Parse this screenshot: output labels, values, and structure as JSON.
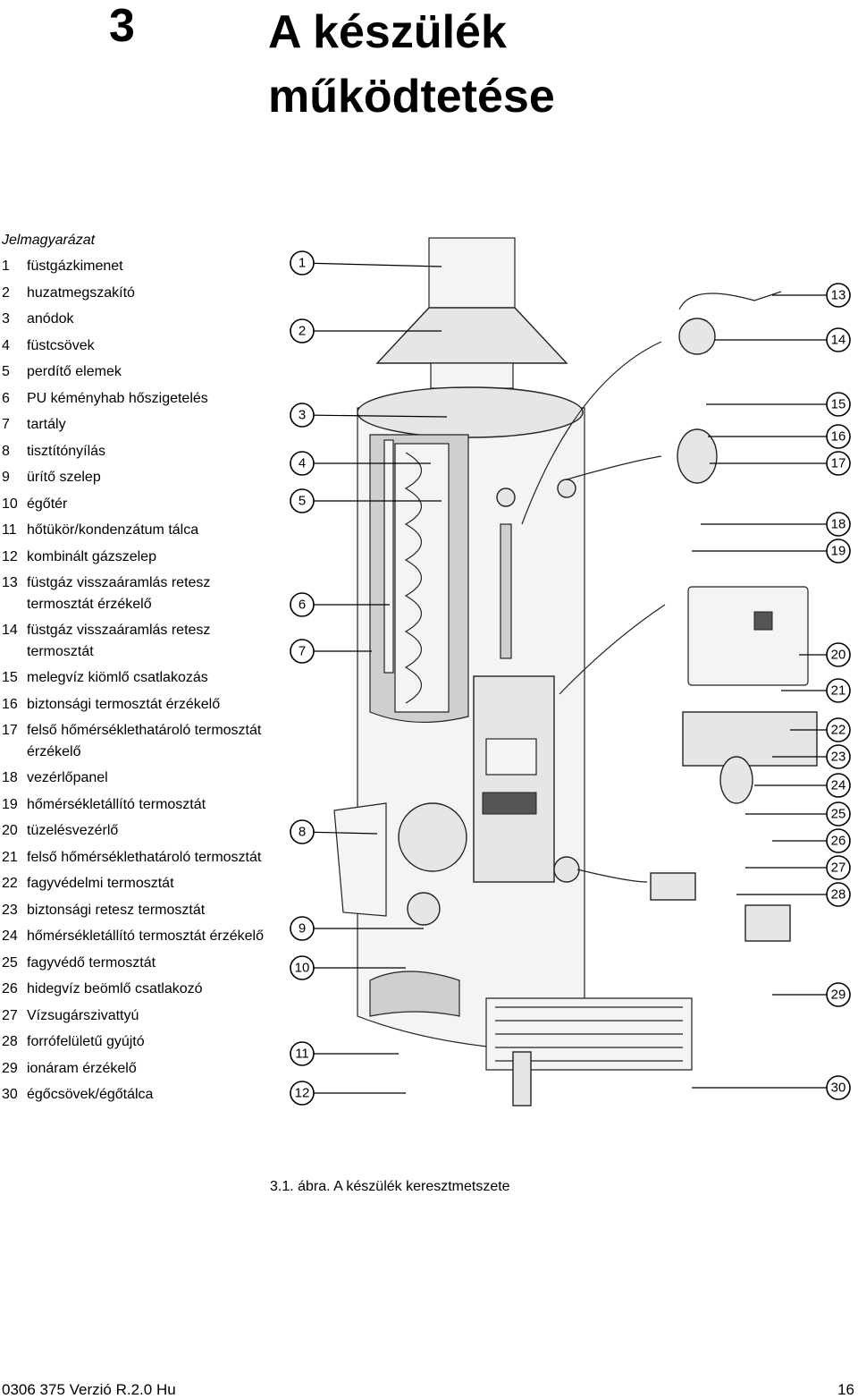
{
  "chapter": {
    "number": "3",
    "title_line1": "A készülék",
    "title_line2": "működtetése"
  },
  "legend": {
    "title": "Jelmagyarázat",
    "items": [
      {
        "num": "1",
        "text": "füstgázkimenet"
      },
      {
        "num": "2",
        "text": "huzatmegszakító"
      },
      {
        "num": "3",
        "text": "anódok"
      },
      {
        "num": "4",
        "text": "füstcsövek"
      },
      {
        "num": "5",
        "text": "perdítő elemek"
      },
      {
        "num": "6",
        "text": "PU kéményhab hőszigetelés"
      },
      {
        "num": "7",
        "text": "tartály"
      },
      {
        "num": "8",
        "text": "tisztítónyílás"
      },
      {
        "num": "9",
        "text": "ürítő szelep"
      },
      {
        "num": "10",
        "text": "égőtér"
      },
      {
        "num": "11",
        "text": "hőtükör/kondenzátum tálca"
      },
      {
        "num": "12",
        "text": "kombinált gázszelep"
      },
      {
        "num": "13",
        "text": "füstgáz visszaáramlás retesz termosztát érzékelő"
      },
      {
        "num": "14",
        "text": "füstgáz visszaáramlás retesz termosztát"
      },
      {
        "num": "15",
        "text": "melegvíz kiömlő csatlakozás"
      },
      {
        "num": "16",
        "text": "biztonsági termosztát érzékelő"
      },
      {
        "num": "17",
        "text": "felső hőmérséklethatároló termosztát érzékelő"
      },
      {
        "num": "18",
        "text": "vezérlőpanel"
      },
      {
        "num": "19",
        "text": "hőmérsékletállító termosztát"
      },
      {
        "num": "20",
        "text": "tüzelésvezérlő"
      },
      {
        "num": "21",
        "text": "felső hőmérséklethatároló termosztát"
      },
      {
        "num": "22",
        "text": "fagyvédelmi termosztát"
      },
      {
        "num": "23",
        "text": "biztonsági retesz termosztát"
      },
      {
        "num": "24",
        "text": "hőmérsékletállító termosztát érzékelő"
      },
      {
        "num": "25",
        "text": "fagyvédő termosztát"
      },
      {
        "num": "26",
        "text": "hidegvíz beömlő csatlakozó"
      },
      {
        "num": "27",
        "text": "Vízsugárszivattyú"
      },
      {
        "num": "28",
        "text": "forrófelületű gyújtó"
      },
      {
        "num": "29",
        "text": "ionáram érzékelő"
      },
      {
        "num": "30",
        "text": "égőcsövek/égőtálca"
      }
    ]
  },
  "figure": {
    "caption": "3.1. ábra. A készülék keresztmetszete",
    "callouts_left": [
      "1",
      "2",
      "3",
      "4",
      "5",
      "6",
      "7",
      "8",
      "9",
      "10",
      "11",
      "12"
    ],
    "callouts_right": [
      "13",
      "14",
      "15",
      "16",
      "17",
      "18",
      "19",
      "20",
      "21",
      "22",
      "23",
      "24",
      "25",
      "26",
      "27",
      "28",
      "29",
      "30"
    ]
  },
  "footer": {
    "doc_ref": "0306 375 Verzió R.2.0 Hu",
    "page_number": "16"
  }
}
